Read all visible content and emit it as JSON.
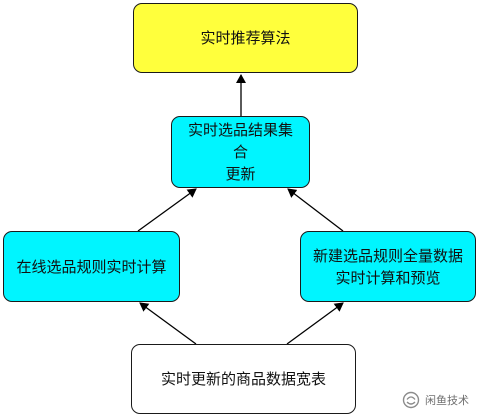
{
  "nodes": {
    "top": "实时推荐算法",
    "mid_line1": "实时选品结果集合",
    "mid_line2": "更新",
    "left": "在线选品规则实时计算",
    "right_line1": "新建选品规则全量数据",
    "right_line2": "实时计算和预览",
    "bottom": "实时更新的商品数据宽表"
  },
  "colors": {
    "top_fill": "#ffff3c",
    "process_fill": "#00f5ff",
    "source_fill": "#ffffff",
    "stroke": "#1a1a1a"
  },
  "watermark": {
    "text": "闲鱼技术",
    "icon": "wechat-channel-icon"
  }
}
